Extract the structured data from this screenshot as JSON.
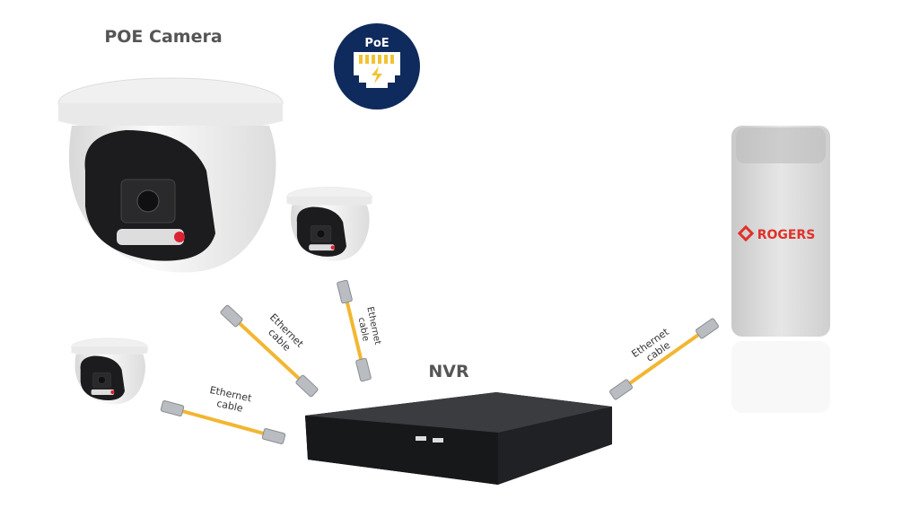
{
  "title": "POE Camera",
  "poe_badge": {
    "label": "PoE",
    "icon": "rj45-lightning-icon",
    "bg": "#0f2a5c",
    "accent": "#f2c230"
  },
  "nvr_label": "NVR",
  "router": {
    "brand": "ROGERS",
    "brand_color": "#e0312a"
  },
  "cables": [
    {
      "line1": "Ethernet",
      "line2": "cable"
    },
    {
      "line1": "Ethernet",
      "line2": "cable"
    },
    {
      "line1": "Ethernet",
      "line2": "cable"
    },
    {
      "line1": "Ethernet",
      "line2": "cable"
    }
  ],
  "colors": {
    "cable": "#f2b631",
    "connector": "#b9bcc0",
    "nvr": "#1f2124"
  }
}
